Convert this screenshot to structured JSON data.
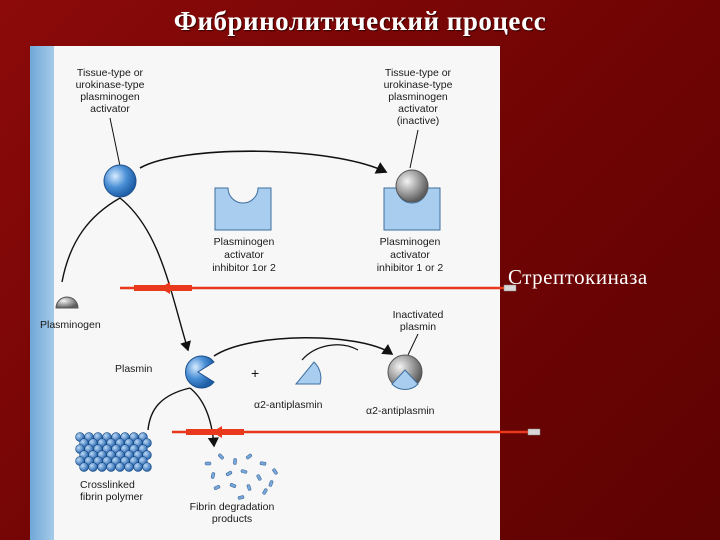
{
  "slide": {
    "title": "Фибринолитический процесс",
    "streptokinase_label": "Стрептокиназа"
  },
  "figure": {
    "labels": {
      "activator_left": [
        "Tissue-type or",
        "urokinase-type",
        "plasminogen",
        "activator"
      ],
      "activator_right": [
        "Tissue-type or",
        "urokinase-type",
        "plasminogen",
        "activator",
        "(inactive)"
      ],
      "inhibitor_left": [
        "Plasminogen",
        "activator",
        "inhibitor 1or 2"
      ],
      "inhibitor_right": [
        "Plasminogen",
        "activator",
        "inhibitor 1 or 2"
      ],
      "plasminogen": "Plasminogen",
      "plasmin": "Plasmin",
      "plus": "+",
      "antiplasmin_center": "α2-antiplasmin",
      "inactivated_plasmin": [
        "Inactivated",
        "plasmin"
      ],
      "antiplasmin_right": "α2-antiplasmin",
      "fibrin_polymer": [
        "Crosslinked",
        "fibrin polymer"
      ],
      "degradation_products": [
        "Fibrin degradation",
        "products"
      ]
    },
    "colors": {
      "blue_protein": "#4a8fd6",
      "gray_protein": "#9a9a9a",
      "inhibitor_fill": "#a9cdef",
      "arrow_red": "#e8391c",
      "fibrin_blue": "#2f78c7"
    }
  }
}
